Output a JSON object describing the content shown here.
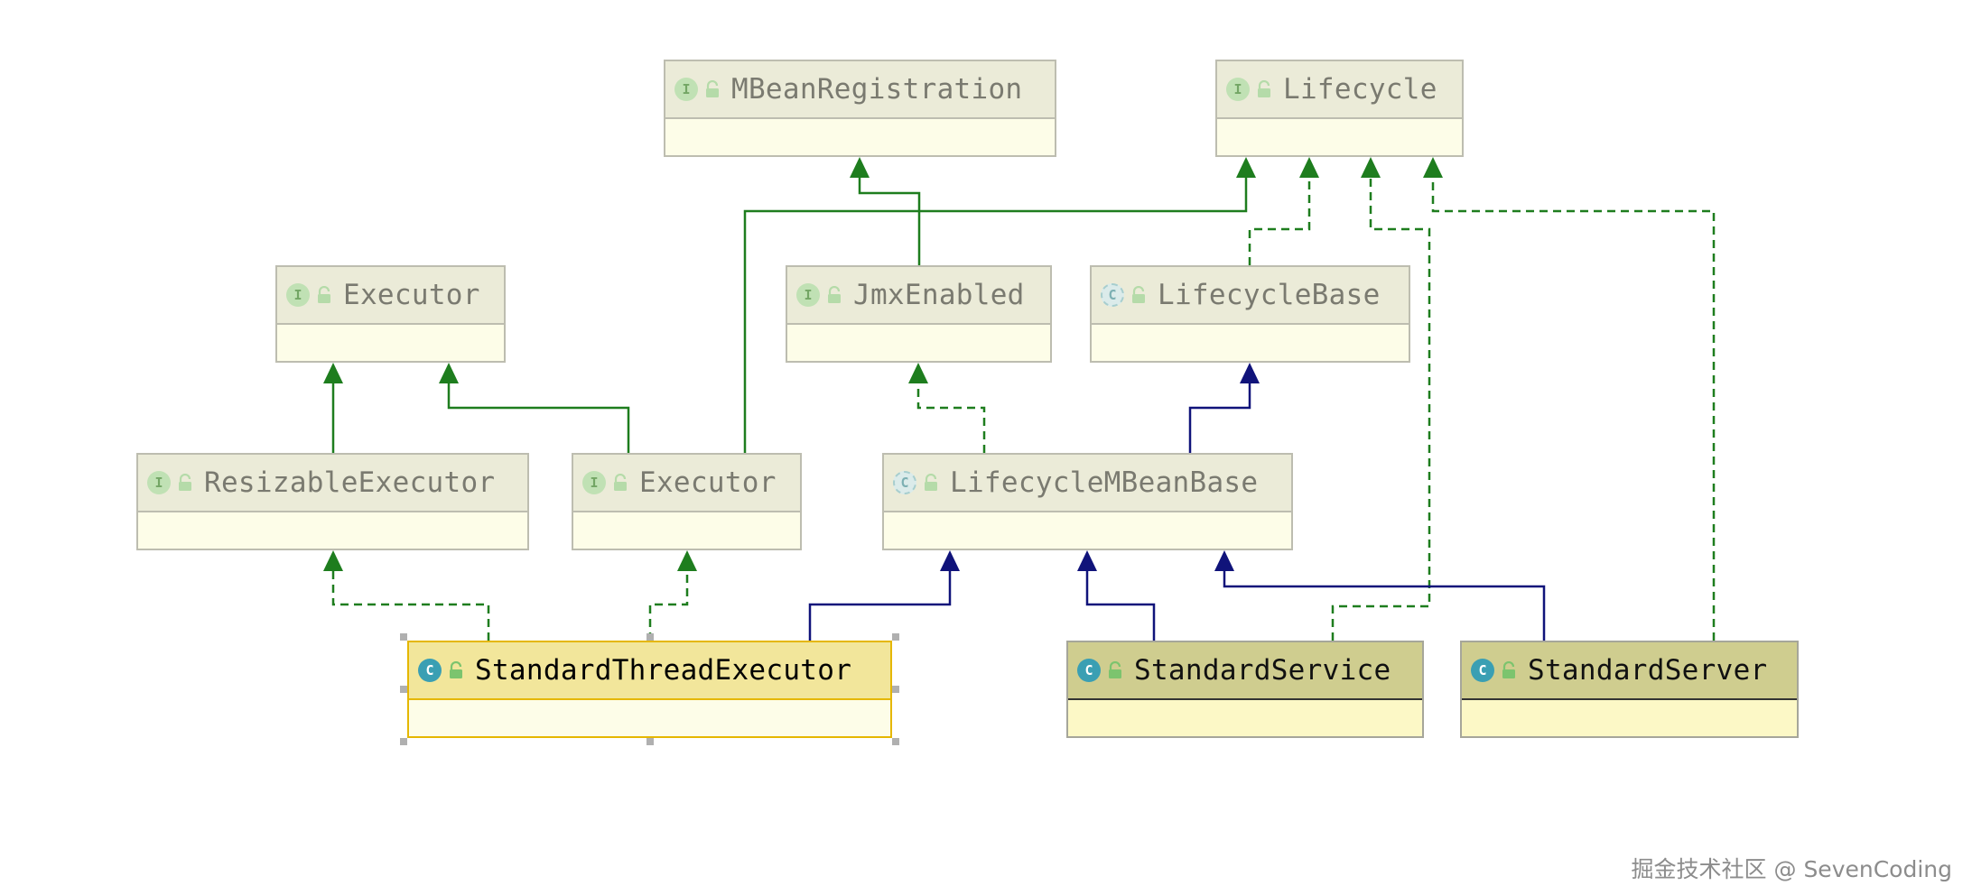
{
  "colors": {
    "implements": "#1e7d1e",
    "extends_interface": "#1e7d1e",
    "extends_class": "#10137a"
  },
  "nodes": [
    {
      "id": "mbeanregistration",
      "label": "MBeanRegistration",
      "kind": "interface",
      "style": "dim"
    },
    {
      "id": "lifecycle",
      "label": "Lifecycle",
      "kind": "interface",
      "style": "dim"
    },
    {
      "id": "executor_top",
      "label": "Executor",
      "kind": "interface",
      "style": "dim"
    },
    {
      "id": "jmxenabled",
      "label": "JmxEnabled",
      "kind": "interface",
      "style": "dim"
    },
    {
      "id": "lifecyclebase",
      "label": "LifecycleBase",
      "kind": "abstract",
      "style": "dim"
    },
    {
      "id": "resizableexecutor",
      "label": "ResizableExecutor",
      "kind": "interface",
      "style": "dim"
    },
    {
      "id": "executor",
      "label": "Executor",
      "kind": "interface",
      "style": "dim"
    },
    {
      "id": "lifecyclembeanbase",
      "label": "LifecycleMBeanBase",
      "kind": "abstract",
      "style": "dim"
    },
    {
      "id": "standardthreadexecutor",
      "label": "StandardThreadExecutor",
      "kind": "class",
      "style": "selected"
    },
    {
      "id": "standardservice",
      "label": "StandardService",
      "kind": "class",
      "style": "strong"
    },
    {
      "id": "standardserver",
      "label": "StandardServer",
      "kind": "class",
      "style": "strong"
    }
  ],
  "edges": [
    {
      "from": "jmxenabled",
      "to": "mbeanregistration",
      "type": "extends_interface"
    },
    {
      "from": "executor",
      "to": "lifecycle",
      "type": "extends_interface"
    },
    {
      "from": "lifecyclebase",
      "to": "lifecycle",
      "type": "implements"
    },
    {
      "from": "standardservice",
      "to": "lifecycle",
      "type": "implements"
    },
    {
      "from": "standardserver",
      "to": "lifecycle",
      "type": "implements"
    },
    {
      "from": "resizableexecutor",
      "to": "executor_top",
      "type": "extends_interface"
    },
    {
      "from": "executor",
      "to": "executor_top",
      "type": "extends_interface"
    },
    {
      "from": "lifecyclembeanbase",
      "to": "jmxenabled",
      "type": "implements"
    },
    {
      "from": "lifecyclembeanbase",
      "to": "lifecyclebase",
      "type": "extends_class"
    },
    {
      "from": "standardthreadexecutor",
      "to": "resizableexecutor",
      "type": "implements"
    },
    {
      "from": "standardthreadexecutor",
      "to": "executor",
      "type": "implements"
    },
    {
      "from": "standardthreadexecutor",
      "to": "lifecyclembeanbase",
      "type": "extends_class"
    },
    {
      "from": "standardservice",
      "to": "lifecyclembeanbase",
      "type": "extends_class"
    },
    {
      "from": "standardserver",
      "to": "lifecyclembeanbase",
      "type": "extends_class"
    }
  ],
  "watermark": "掘金技术社区 @ SevenCoding"
}
